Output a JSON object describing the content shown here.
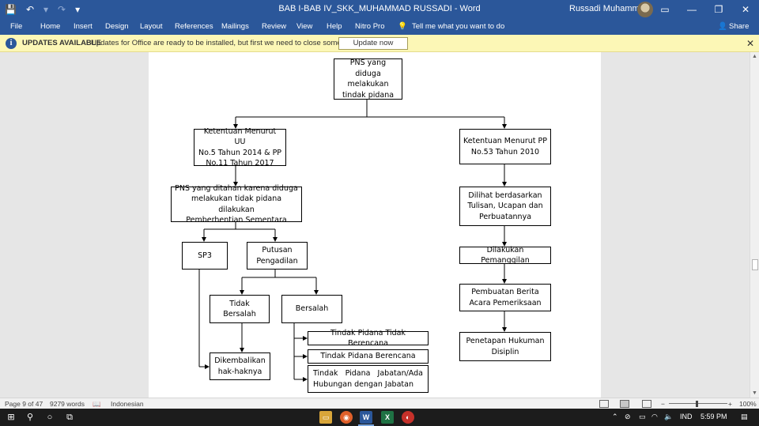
{
  "window": {
    "title": "BAB I-BAB IV_SKK_MUHAMMAD RUSSADI  -  Word",
    "user": "Russadi Muhammad",
    "buttons": {
      "ribbon_display": "▭",
      "minimize": "—",
      "restore": "❐",
      "close": "✕"
    }
  },
  "quick_access": {
    "save": "💾",
    "undo": "↶",
    "undo_more": "▾",
    "redo": "↷",
    "customize": "▾"
  },
  "ribbon": {
    "tabs": [
      "File",
      "Home",
      "Insert",
      "Design",
      "Layout",
      "References",
      "Mailings",
      "Review",
      "View",
      "Help",
      "Nitro Pro"
    ],
    "tell_me": "Tell me what you want to do",
    "share": "Share"
  },
  "update_bar": {
    "title": "UPDATES AVAILABLE",
    "message": "Updates for Office are ready to be installed, but first we need to close some apps.",
    "button": "Update now",
    "close": "✕"
  },
  "diagram": {
    "root": "PNS yang diduga\nmelakukan\ntindak pidana",
    "left_rule": "Ketentuan Menurut UU\nNo.5 Tahun 2014  & PP\nNo.11 Tahun 2017",
    "right_rule": "Ketentuan Menurut PP\nNo.53 Tahun 2010",
    "detained": "PNS yang ditahan karena diduga\nmelakukan tidak pidana dilakukan\nPemberhentian Sementara",
    "sp3": "SP3",
    "court_decision": "Putusan\nPengadilan",
    "not_guilty": "Tidak Bersalah",
    "guilty": "Bersalah",
    "rights_restored": "Dikembalikan\nhak-haknya",
    "outcomes": [
      "Tindak Pidana Tidak Berencana",
      "Tindak Pidana Berencana",
      "Tindak Pidana Jabatan/Ada Hubungan dengan Jabatan"
    ],
    "right_steps": [
      "Dilihat berdasarkan\nTulisan, Ucapan dan\nPerbuatannya",
      "Dilakukan Pemanggilan",
      "Pembuatan Berita\nAcara Pemeriksaan",
      "Penetapan Hukuman\nDisiplin"
    ]
  },
  "status_bar": {
    "page": "Page 9 of 47",
    "words": "9279 words",
    "language": "Indonesian",
    "zoom_out": "−",
    "zoom_in": "+",
    "zoom": "100%"
  },
  "taskbar": {
    "language": "IND",
    "time": "5:59 PM"
  },
  "colors": {
    "word_blue": "#2b579a",
    "update_yellow": "#fcf7b6"
  }
}
